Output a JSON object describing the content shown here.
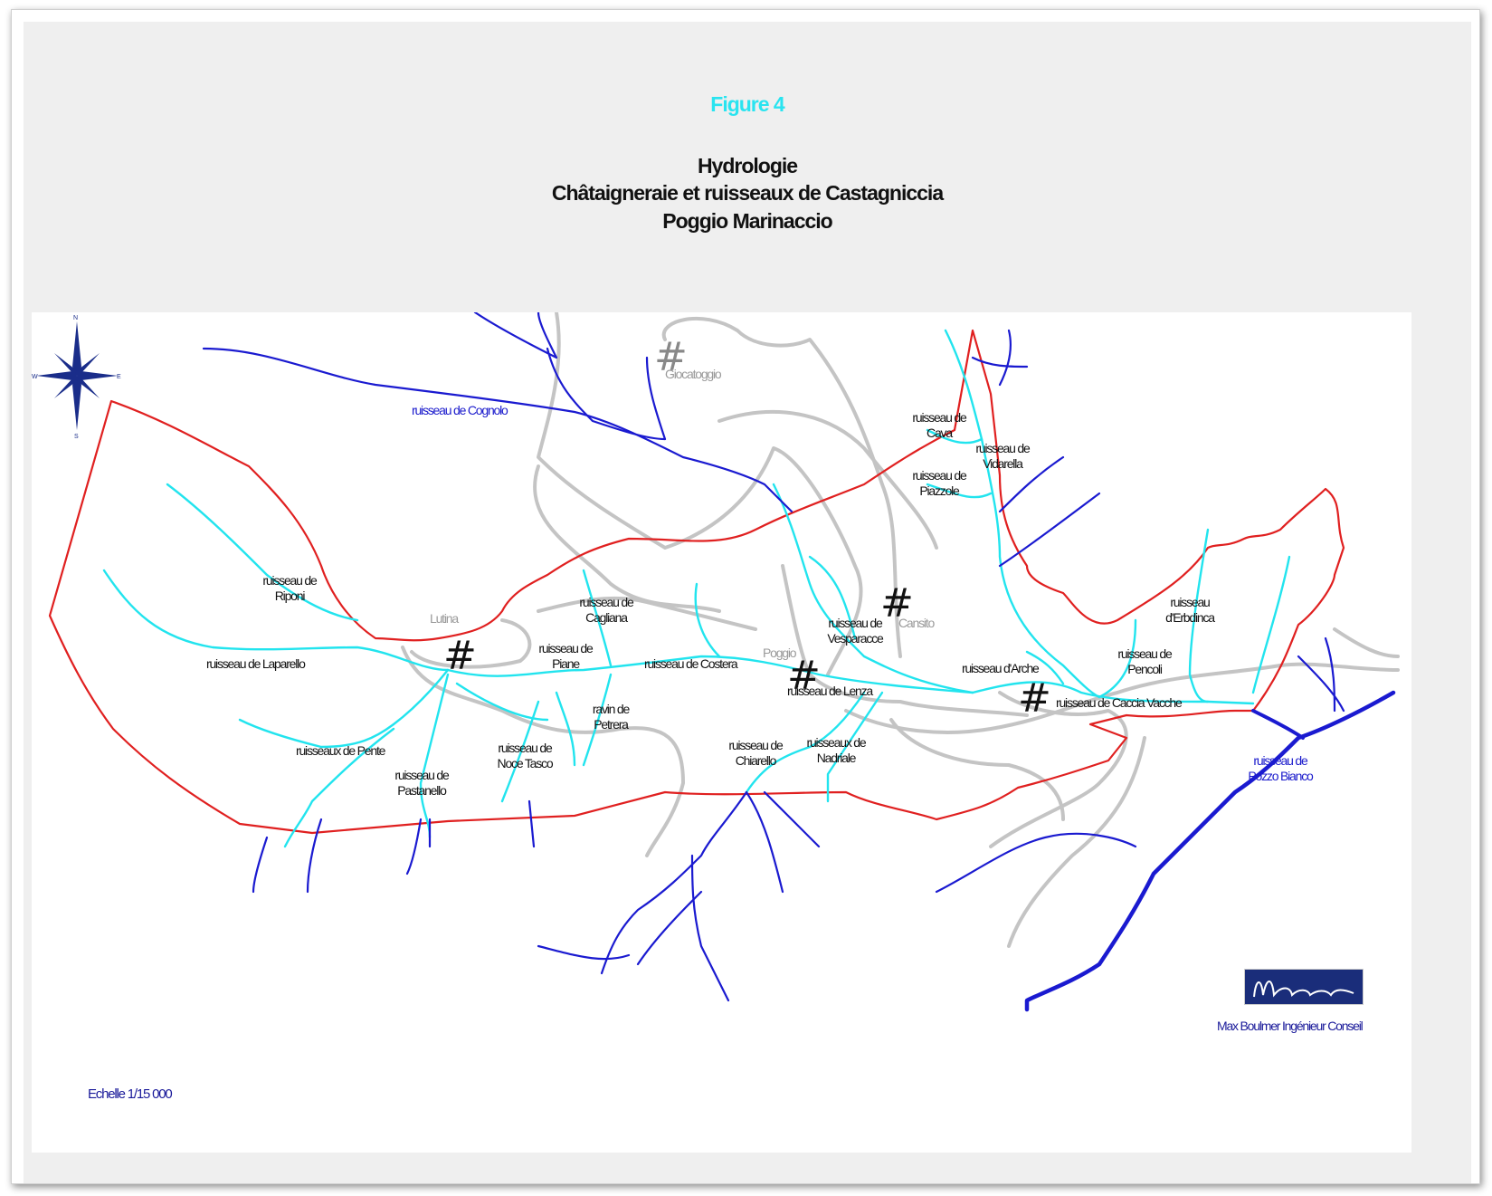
{
  "figure_label": "Figure 4",
  "title_lines": [
    "Hydrologie",
    "Châtaigneraie et ruisseaux de Castagniccia",
    "Poggio Marinaccio"
  ],
  "colors": {
    "boundary": "#e02020",
    "stream_light": "#22e4ee",
    "stream_dark": "#1a1ad0",
    "road": "#c0c0c0",
    "title_accent": "#29e4f0"
  },
  "villages": [
    "Giocatoggio",
    "Lutina",
    "Poggio",
    "Cansito"
  ],
  "streams": [
    "ruisseau de Cognolo",
    "ruisseau de Riponi",
    "ruisseau de Laparello",
    "ruisseaux de Pente",
    "ruisseau de Pastanello",
    "ruisseau de Noce Tasco",
    "ravin de Petrera",
    "ruisseau de Cagliana",
    "ruisseau de Piane",
    "ruisseau de Costera",
    "ruisseau de Lenza",
    "ruisseau de Chiarello",
    "ruisseaux de Nadriale",
    "ruisseau de Vesparacce",
    "ruisseau de Cava",
    "ruisseau de Vidarella",
    "ruisseau de Piazzole",
    "ruisseau d'Arche",
    "ruisseau de Caccia Vacche",
    "ruisseau de Pencoli",
    "ruisseau d'Erbdinca",
    "ruisseau de Pozzo Bianco"
  ],
  "compass": {
    "n": "N",
    "s": "S",
    "e": "E",
    "w": "W"
  },
  "scale_text": "Echelle 1/15 000",
  "logo_text": "Ma.se",
  "credit": "Max Boulmer Ingénieur Conseil"
}
